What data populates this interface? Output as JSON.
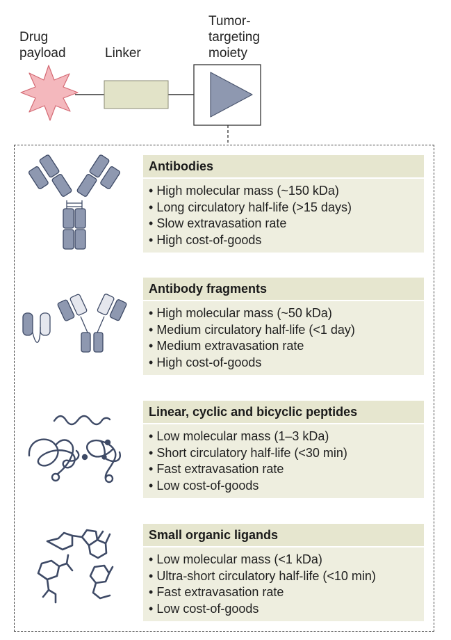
{
  "header": {
    "payload_label": "Drug payload",
    "linker_label": "Linker",
    "moiety_label": "Tumor-targeting moiety"
  },
  "classes": [
    {
      "title": "Antibodies",
      "bullets": [
        "High molecular mass (~150 kDa)",
        "Long circulatory half-life (>15 days)",
        "Slow extravasation rate",
        "High cost-of-goods"
      ]
    },
    {
      "title": "Antibody fragments",
      "bullets": [
        "High molecular mass (~50 kDa)",
        "Medium circulatory half-life (<1 day)",
        "Medium extravasation rate",
        "High cost-of-goods"
      ]
    },
    {
      "title": "Linear, cyclic and bicyclic peptides",
      "bullets": [
        "Low molecular mass (1–3 kDa)",
        "Short circulatory half-life (<30 min)",
        "Fast extravasation rate",
        "Low cost-of-goods"
      ]
    },
    {
      "title": "Small organic ligands",
      "bullets": [
        "Low molecular mass (<1 kDa)",
        "Ultra-short circulatory half-life (<10 min)",
        "Fast extravasation rate",
        "Low cost-of-goods"
      ]
    }
  ],
  "colors": {
    "payload": "#f4b8bd",
    "linker": "#e2e3c8",
    "moiety": "#8e98b0",
    "card_bg": "#eeeedf",
    "card_head": "#e6e6cf",
    "structure_stroke": "#3e4a66"
  }
}
